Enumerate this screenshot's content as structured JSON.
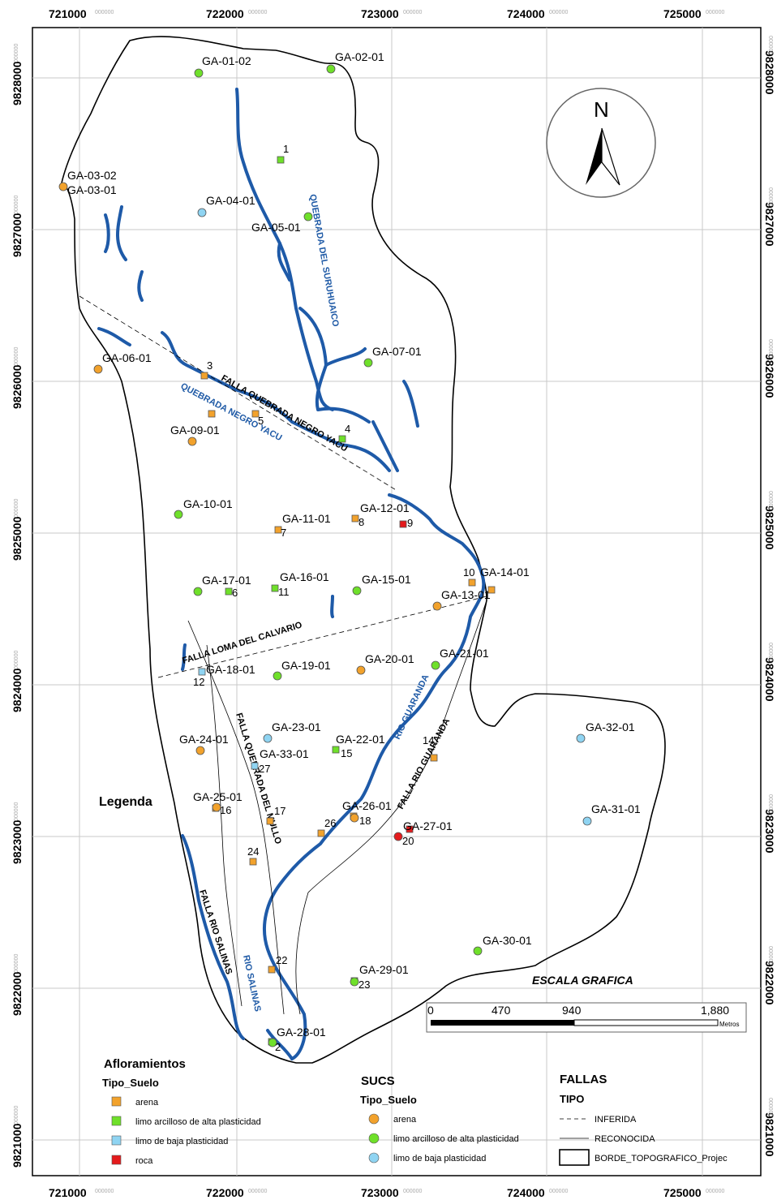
{
  "map": {
    "easting_ticks": [
      {
        "main": "721000",
        "sub": "000000"
      },
      {
        "main": "722000",
        "sub": "000000"
      },
      {
        "main": "723000",
        "sub": "000000"
      },
      {
        "main": "724000",
        "sub": "000000"
      },
      {
        "main": "725000",
        "sub": "000000"
      }
    ],
    "northing_ticks": [
      {
        "main": "9828000",
        "sub": "000000"
      },
      {
        "main": "9827000",
        "sub": "000000"
      },
      {
        "main": "9826000",
        "sub": "000000"
      },
      {
        "main": "9825000",
        "sub": "000000"
      },
      {
        "main": "9824000",
        "sub": "000000"
      },
      {
        "main": "9823000",
        "sub": "000000"
      },
      {
        "main": "9822000",
        "sub": "000000"
      },
      {
        "main": "9821000",
        "sub": "000000"
      }
    ],
    "north_arrow": "N",
    "rivers": {
      "suruhuaico": "QUEBRADA DEL SURUHUAICO",
      "negro_yacu": "QUEBRADA NEGRO YACU",
      "guaranda": "RIO GUARANDA",
      "salinas": "RIO SALINAS"
    },
    "faults": {
      "negro_yacu": "FALLA QUEBRADA NEGRO YACU",
      "calvario": "FALLA LOMA DEL CALVARIO",
      "mullo": "FALLA QUEBRADA DEL MULLO",
      "guaranda": "FALLA RIO GUARANDA",
      "salinas": "FALLA RIO SALINAS"
    },
    "circle_labels": {
      "ga0102": "GA-01-02",
      "ga0201": "GA-02-01",
      "ga0302": "GA-03-02",
      "ga0301": "GA-03-01",
      "ga0401": "GA-04-01",
      "ga0501": "GA-05-01",
      "ga0601": "GA-06-01",
      "ga0701": "GA-07-01",
      "ga0901": "GA-09-01",
      "ga1001": "GA-10-01",
      "ga1101": "GA-11-01",
      "ga1201": "GA-12-01",
      "ga1301": "GA-13-01",
      "ga1401": "GA-14-01",
      "ga1501": "GA-15-01",
      "ga1601": "GA-16-01",
      "ga1701": "GA-17-01",
      "ga1801": "GA-18-01",
      "ga1901": "GA-19-01",
      "ga2001": "GA-20-01",
      "ga2101": "GA-21-01",
      "ga2201": "GA-22-01",
      "ga2301": "GA-23-01",
      "ga2401": "GA-24-01",
      "ga2501": "GA-25-01",
      "ga2601": "GA-26-01",
      "ga2701": "GA-27-01",
      "ga2801": "GA-28-01",
      "ga2901": "GA-29-01",
      "ga3001": "GA-30-01",
      "ga3101": "GA-31-01",
      "ga3201": "GA-32-01",
      "ga3301": "GA-33-01"
    },
    "square_labels": {
      "s1": "1",
      "s2": "2",
      "s3": "3",
      "s4": "4",
      "s5": "5",
      "s6": "6",
      "s7": "7",
      "s8": "8",
      "s9": "9",
      "s10": "10",
      "s11": "11",
      "s12": "12",
      "s14": "14",
      "s15": "15",
      "s16": "16",
      "s17": "17",
      "s18": "18",
      "s20": "20",
      "s22": "22",
      "s23": "23",
      "s24": "24",
      "s26": "26",
      "s27": "27"
    }
  },
  "scale": {
    "title": "ESCALA GRAFICA",
    "labels": [
      "0",
      "470",
      "940",
      "1,880"
    ],
    "unit": "Metros"
  },
  "legend": {
    "title": "Legenda",
    "afloramientos": {
      "title": "Afloramientos",
      "subtitle": "Tipo_Suelo",
      "items": [
        "arena",
        "limo arcilloso de alta plasticidad",
        "limo de baja plasticidad",
        "roca"
      ]
    },
    "sucs": {
      "title": "SUCS",
      "subtitle": "Tipo_Suelo",
      "items": [
        "arena",
        "limo arcilloso de alta plasticidad",
        "limo de baja plasticidad"
      ]
    },
    "fallas": {
      "title": "FALLAS",
      "subtitle": "TIPO",
      "items": [
        "INFERIDA",
        "RECONOCIDA"
      ],
      "border": "BORDE_TOPOGRAFICO_Projec"
    }
  },
  "colors": {
    "arena": "#f2a22c",
    "limo_alta": "#6fe02a",
    "limo_baja": "#8fd4f2",
    "roca": "#e41a1c",
    "river": "#1e5aa8"
  }
}
